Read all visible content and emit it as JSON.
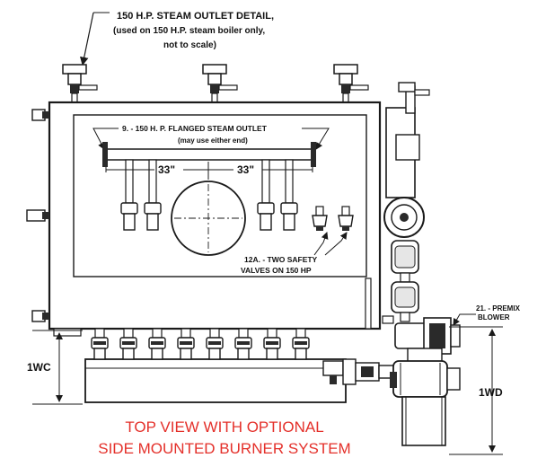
{
  "header_note": {
    "line1": "150 H.P. STEAM OUTLET DETAIL,",
    "line2": "(used on 150 H.P. steam boiler only,",
    "line3": "not to scale)"
  },
  "flanged_outlet": {
    "label": "9. - 150 H. P. FLANGED STEAM OUTLET",
    "sublabel": "(may use either end)"
  },
  "dimensions": {
    "left": "33\"",
    "right": "33\"",
    "wc": "1WC",
    "wd": "1WD"
  },
  "safety_valves": {
    "line1": "12A. - TWO SAFETY",
    "line2": "VALVES ON 150 HP"
  },
  "premix_blower": {
    "line1": "21. - PREMIX",
    "line2": "BLOWER"
  },
  "caption": {
    "line1": "TOP VIEW WITH OPTIONAL",
    "line2": "SIDE MOUNTED BURNER SYSTEM"
  },
  "colors": {
    "line": "#1a1a1a",
    "caption": "#e4302a",
    "fill_light": "#e6e6e6",
    "fill_dark": "#2a2a2a"
  }
}
